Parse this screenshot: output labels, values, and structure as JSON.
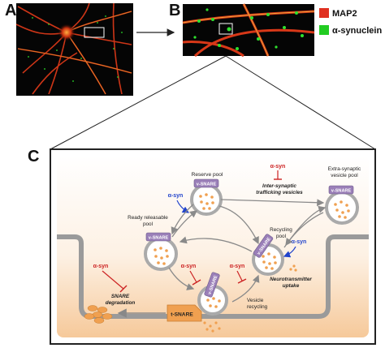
{
  "panels": {
    "a": "A",
    "b": "B",
    "c": "C"
  },
  "legend": {
    "items": [
      {
        "label": "MAP2",
        "color": "#e03020"
      },
      {
        "label": "α-synuclein",
        "color": "#22cc22"
      }
    ]
  },
  "diagram": {
    "reserve_pool": "Reserve pool",
    "ready_releasable_pool": [
      "Ready releasable",
      "pool"
    ],
    "recycling_pool": [
      "Recycling",
      "pool"
    ],
    "extra_synaptic_pool": [
      "Extra-synaptic",
      "vesicle pool"
    ],
    "inter_synaptic_label": [
      "Inter-synaptic",
      "trafficking vesicles"
    ],
    "v_snare": "v-SNARE",
    "t_snare": "t-SNARE",
    "alpha_syn": "α-syn",
    "snare_degradation": [
      "SNARE",
      "degradation"
    ],
    "neurotransmitter_uptake": [
      "Neurotransmitter",
      "uptake"
    ],
    "vesicle_recycling": [
      "Vesicle",
      "recycling"
    ]
  },
  "colors": {
    "map2": "#e03020",
    "synuclein": "#22cc22",
    "inhibit": "#cc2222",
    "activate": "#2244cc",
    "vesicle_ring": "#aaaaaa",
    "snare_purple": "#9a7fb8",
    "t_snare_orange": "#f0a050",
    "dot": "#f0a050"
  }
}
